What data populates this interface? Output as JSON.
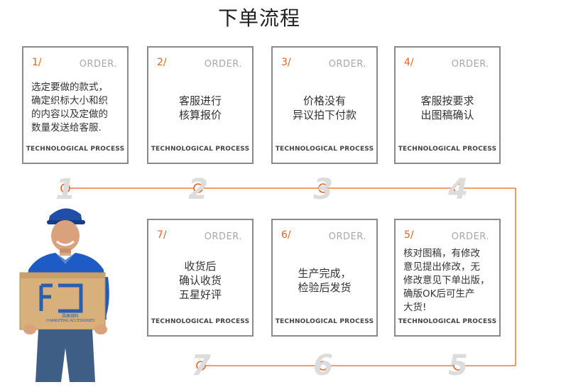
{
  "title": "下单流程",
  "accent_color": "#e8641e",
  "steps": [
    {
      "num": "1/",
      "order": "ORDER.",
      "text": "选定要做的款式，\n确定织标大小和织\n的内容以及定做的\n数量发送给客服.",
      "foot": "TECHNOLOGICAL PROCESS",
      "big": "1"
    },
    {
      "num": "2/",
      "order": "ORDER.",
      "text": "客服进行\n核算报价",
      "foot": "TECHNOLOGICAL PROCESS",
      "big": "2"
    },
    {
      "num": "3/",
      "order": "ORDER.",
      "text": "价格没有\n异议拍下付款",
      "foot": "TECHNOLOGICAL PROCESS",
      "big": "3"
    },
    {
      "num": "4/",
      "order": "ORDER.",
      "text": "客服按要求\n出图稿确认",
      "foot": "TECHNOLOGICAL PROCESS",
      "big": "4"
    },
    {
      "num": "5/",
      "order": "ORDER.",
      "text": "核对图稿，有修改\n意见提出修改，无\n修改意见下单出版，\n确版OK后可生产\n大货!",
      "foot": "TECHNOLOGICAL PROCESS",
      "big": "5"
    },
    {
      "num": "6/",
      "order": "ORDER.",
      "text": "生产完成，\n检验后发货",
      "foot": "TECHNOLOGICAL PROCESS",
      "big": "6"
    },
    {
      "num": "7/",
      "order": "ORDER.",
      "text": "收货后\n确认收货\n五星好评",
      "foot": "TECHNOLOGICAL PROCESS",
      "big": "7"
    }
  ],
  "box_brand": "昌峰辅料",
  "box_brand_en": "CHANGFENG ACCESSORIES"
}
